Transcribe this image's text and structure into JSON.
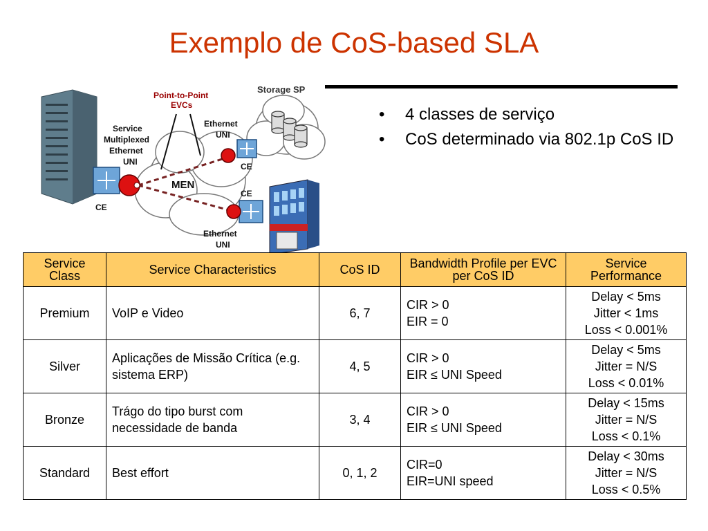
{
  "slide": {
    "title": "Exemplo de CoS-based SLA",
    "bullets": [
      "4 classes de serviço",
      "CoS determinado via 802.1p CoS ID"
    ]
  },
  "diagram": {
    "labels": {
      "storage_sp": "Storage SP",
      "evcs_line1": "Point-to-Point",
      "evcs_line2": "EVCs",
      "service_line1": "Service",
      "service_line2": "Multiplexed",
      "service_line3": "Ethernet",
      "service_line4": "UNI",
      "eth_uni_top_line1": "Ethernet",
      "eth_uni_top_line2": "UNI",
      "eth_uni_bottom_line1": "Ethernet",
      "eth_uni_bottom_line2": "UNI",
      "men": "MEN",
      "ce_left": "CE",
      "ce_top": "CE",
      "ce_bottom": "CE"
    }
  },
  "table": {
    "headers": [
      "Service Class",
      "Service Characteristics",
      "CoS ID",
      "Bandwidth Profile per EVC per CoS ID",
      "Service Performance"
    ],
    "rows": [
      {
        "class": "Premium",
        "characteristics": "VoIP e Video",
        "cos_id": "6, 7",
        "bandwidth": [
          "CIR > 0",
          "EIR = 0"
        ],
        "performance": [
          "Delay < 5ms",
          "Jitter < 1ms",
          "Loss < 0.001%"
        ]
      },
      {
        "class": "Silver",
        "characteristics": "Aplicações de Missão Crítica (e.g. sistema ERP)",
        "cos_id": "4, 5",
        "bandwidth": [
          "CIR > 0",
          "EIR ≤ UNI Speed"
        ],
        "performance": [
          "Delay < 5ms",
          "Jitter = N/S",
          "Loss < 0.01%"
        ]
      },
      {
        "class": "Bronze",
        "characteristics": "Trágo do tipo burst com necessidade de banda",
        "cos_id": "3, 4",
        "bandwidth": [
          "CIR > 0",
          "EIR ≤ UNI Speed"
        ],
        "performance": [
          "Delay < 15ms",
          "Jitter = N/S",
          "Loss < 0.1%"
        ]
      },
      {
        "class": "Standard",
        "characteristics": "Best effort",
        "cos_id": "0, 1, 2",
        "bandwidth": [
          "CIR=0",
          "EIR=UNI speed"
        ],
        "performance": [
          "Delay < 30ms",
          "Jitter = N/S",
          "Loss < 0.5%"
        ]
      }
    ]
  },
  "colors": {
    "title": "#cc3300",
    "header_fill": "#ffcc66",
    "uni_red": "#dd1111",
    "evc_label": "#990000"
  }
}
